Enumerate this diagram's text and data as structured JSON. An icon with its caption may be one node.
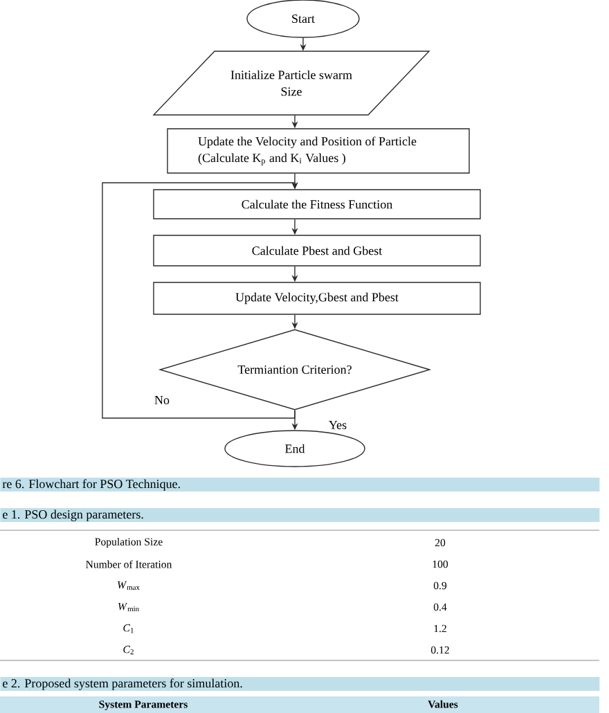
{
  "diagram": {
    "caption": "re 6. Flowchart for PSO Technique.",
    "nodes": [
      {
        "text": [
          "Start"
        ]
      },
      {
        "text": [
          "Initialize Particle swarm Size"
        ]
      },
      {
        "text": [
          "Update the Velocity and Position of Particle (Calculate K$_{p}$ and K$_{i}$ Values )"
        ]
      },
      {
        "text": [
          "Calculate the Fitness Function"
        ]
      },
      {
        "text": [
          "Calculate Pbest and Gbest"
        ]
      },
      {
        "text": [
          "Update Velocity,Gbest and Pbest"
        ]
      },
      {
        "text": [
          "Termiantion Criterion?"
        ]
      },
      {
        "text": [
          "End"
        ]
      }
    ],
    "edges": [
      {
        "from": 0,
        "to": 1,
        "arrow": "to"
      },
      {
        "from": 1,
        "to": 2,
        "arrow": "to"
      },
      {
        "from": 2,
        "to": 3,
        "arrow": "to"
      },
      {
        "from": 3,
        "to": 4,
        "arrow": "to"
      },
      {
        "from": 4,
        "to": 5,
        "arrow": "to"
      },
      {
        "from": 5,
        "to": 6,
        "arrow": "to"
      },
      {
        "from": 6,
        "to": 7,
        "arrow": "to",
        "label": "Yes"
      },
      {
        "from": 6,
        "to": 3,
        "arrow": "to",
        "label": "No"
      }
    ],
    "labels": [
      "e 1. PSO design parameters.",
      "Population Size",
      "20",
      "Number of Iteration",
      "100",
      "*W*$_{max}$",
      "0.9",
      "*W*$_{min}$",
      "0.4",
      "*C*$_{1}$",
      "1.2",
      "*C*$_{2}$",
      "0.12",
      "e 2. Proposed system parameters for simulation.",
      "System Parameters",
      "Values"
    ]
  }
}
